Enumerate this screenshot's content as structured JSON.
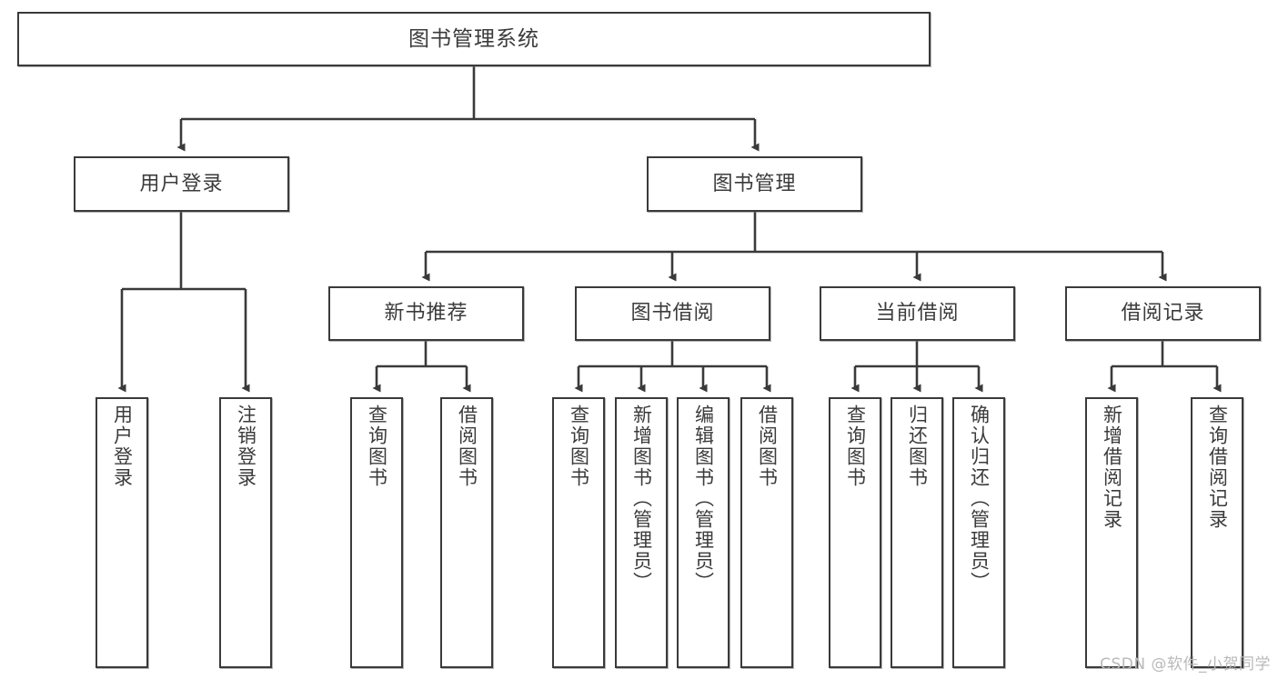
{
  "diagram": {
    "title": "图书管理系统",
    "watermark": "CSDN @软件_小贺同学",
    "stroke_color": "#3a3a3a",
    "text_color": "#3b3b3b",
    "background_color": "#ffffff",
    "watermark_color": "#b9b9b9",
    "nodes": {
      "root": "图书管理系统",
      "user_login": "用户登录",
      "book_manage": "图书管理",
      "new_book_recommend": "新书推荐",
      "book_borrow": "图书借阅",
      "current_borrow": "当前借阅",
      "borrow_record": "借阅记录",
      "leaf_user_login": "用户登录",
      "leaf_logout_login": "注销登录",
      "leaf_query_book_1": "查询图书",
      "leaf_borrow_book_1": "借阅图书",
      "leaf_query_book_2": "查询图书",
      "leaf_add_book_admin": "新增图书（管理员）",
      "leaf_edit_book_admin": "编辑图书（管理员）",
      "leaf_borrow_book_2": "借阅图书",
      "leaf_query_book_3": "查询图书",
      "leaf_return_book": "归还图书",
      "leaf_confirm_return_admin": "确认归还（管理员）",
      "leaf_add_borrow_record": "新增借阅记录",
      "leaf_query_borrow_record": "查询借阅记录"
    }
  }
}
